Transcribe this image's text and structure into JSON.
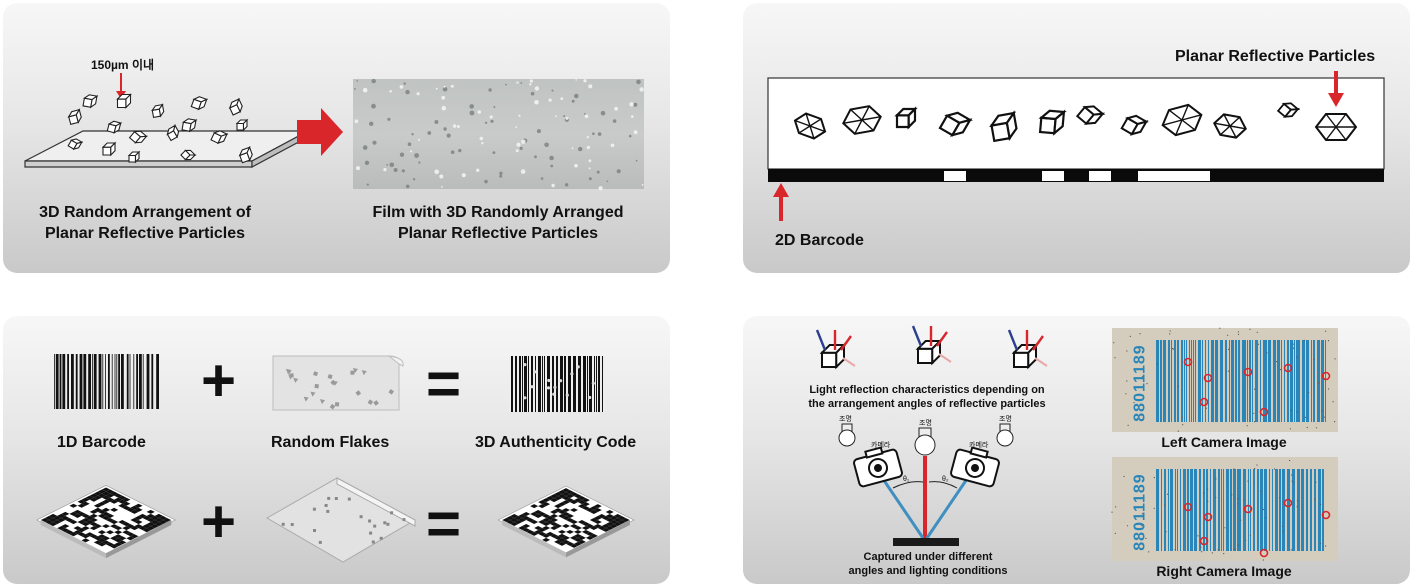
{
  "panel1": {
    "size_label": "150µm 이내",
    "left_caption": [
      "3D Random Arrangement of",
      "Planar Reflective Particles"
    ],
    "right_caption": [
      "Film with 3D Randomly Arranged",
      "Planar Reflective Particles"
    ]
  },
  "panel2": {
    "particles_label": "Planar Reflective Particles",
    "barcode_label": "2D Barcode"
  },
  "panel3": {
    "barcode_label": "1D Barcode",
    "flakes_label": "Random Flakes",
    "code_label": "3D Authenticity Code",
    "plus": "+",
    "equals": "="
  },
  "panel4": {
    "reflection_caption": [
      "Light reflection characteristics depending on",
      "the arrangement angles of reflective particles"
    ],
    "light_label": "조명",
    "camera_label": "카메라",
    "theta1": "θ₁",
    "theta2": "θ₂",
    "capture_caption": [
      "Captured under different",
      "angles and lighting conditions"
    ],
    "barcode_number": "88011189",
    "left_image_label": "Left Camera Image",
    "right_image_label": "Right Camera Image"
  },
  "colors": {
    "accent_red": "#d9262b",
    "barcode_blue": "#2a86b8",
    "ray_blue": "#3f8fc0"
  }
}
